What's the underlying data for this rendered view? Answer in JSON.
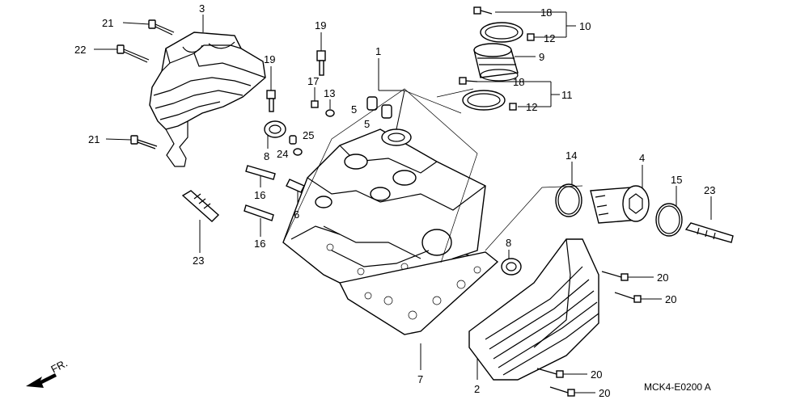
{
  "diagram": {
    "code": "MCK4-E0200 A",
    "direction_marker": "FR.",
    "callouts": [
      {
        "id": "c21a",
        "text": "21"
      },
      {
        "id": "c3",
        "text": "3"
      },
      {
        "id": "c22",
        "text": "22"
      },
      {
        "id": "c21b",
        "text": "21"
      },
      {
        "id": "c19a",
        "text": "19"
      },
      {
        "id": "c19b",
        "text": "19"
      },
      {
        "id": "c17",
        "text": "17"
      },
      {
        "id": "c13",
        "text": "13"
      },
      {
        "id": "c1",
        "text": "1"
      },
      {
        "id": "c5a",
        "text": "5"
      },
      {
        "id": "c5b",
        "text": "5"
      },
      {
        "id": "c25",
        "text": "25"
      },
      {
        "id": "c24",
        "text": "24"
      },
      {
        "id": "c8a",
        "text": "8"
      },
      {
        "id": "c16a",
        "text": "16"
      },
      {
        "id": "c16b",
        "text": "16"
      },
      {
        "id": "c6",
        "text": "6"
      },
      {
        "id": "c23a",
        "text": "23"
      },
      {
        "id": "c18a",
        "text": "18"
      },
      {
        "id": "c10",
        "text": "10"
      },
      {
        "id": "c12a",
        "text": "12"
      },
      {
        "id": "c9",
        "text": "9"
      },
      {
        "id": "c18b",
        "text": "18"
      },
      {
        "id": "c11",
        "text": "11"
      },
      {
        "id": "c12b",
        "text": "12"
      },
      {
        "id": "c14",
        "text": "14"
      },
      {
        "id": "c4",
        "text": "4"
      },
      {
        "id": "c15",
        "text": "15"
      },
      {
        "id": "c23b",
        "text": "23"
      },
      {
        "id": "c8b",
        "text": "8"
      },
      {
        "id": "c20a",
        "text": "20"
      },
      {
        "id": "c20b",
        "text": "20"
      },
      {
        "id": "c20c",
        "text": "20"
      },
      {
        "id": "c20d",
        "text": "20"
      },
      {
        "id": "c7",
        "text": "7"
      },
      {
        "id": "c2",
        "text": "2"
      }
    ]
  }
}
